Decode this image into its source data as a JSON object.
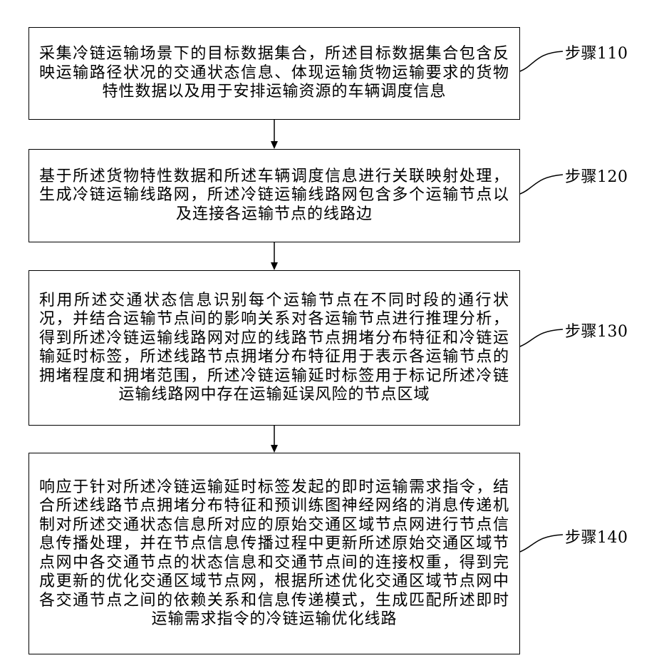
{
  "steps": [
    {
      "text": "采集冷链运输场景下的目标数据集合，所述目标数据集合包含反映运输路径状况的交通状态信息、体现运输货物运输要求的货物特性数据以及用于安排运输资源的车辆调度信息",
      "label": "步骤110"
    },
    {
      "text": "基于所述货物特性数据和所述车辆调度信息进行关联映射处理，生成冷链运输线路网，所述冷链运输线路网包含多个运输节点以及连接各运输节点的线路边",
      "label": "步骤120"
    },
    {
      "text": "利用所述交通状态信息识别每个运输节点在不同时段的通行状况，并结合运输节点间的影响关系对各运输节点进行推理分析，得到所述冷链运输线路网对应的线路节点拥堵分布特征和冷链运输延时标签，所述线路节点拥堵分布特征用于表示各运输节点的拥堵程度和拥堵范围，所述冷链运输延时标签用于标记所述冷链运输线路网中存在运输延误风险的节点区域",
      "label": "步骤130"
    },
    {
      "text": "响应于针对所述冷链运输延时标签发起的即时运输需求指令，结合所述线路节点拥堵分布特征和预训练图神经网络的消息传递机制对所述交通状态信息所对应的原始交通区域节点网进行节点信息传播处理，并在节点信息传播过程中更新所述原始交通区域节点网中各交通节点的状态信息和交通节点间的连接权重，得到完成更新的优化交通区域节点网，根据所述优化交通区域节点网中各交通节点之间的依赖关系和信息传递模式，生成匹配所述即时运输需求指令的冷链运输优化线路",
      "label": "步骤140"
    }
  ]
}
